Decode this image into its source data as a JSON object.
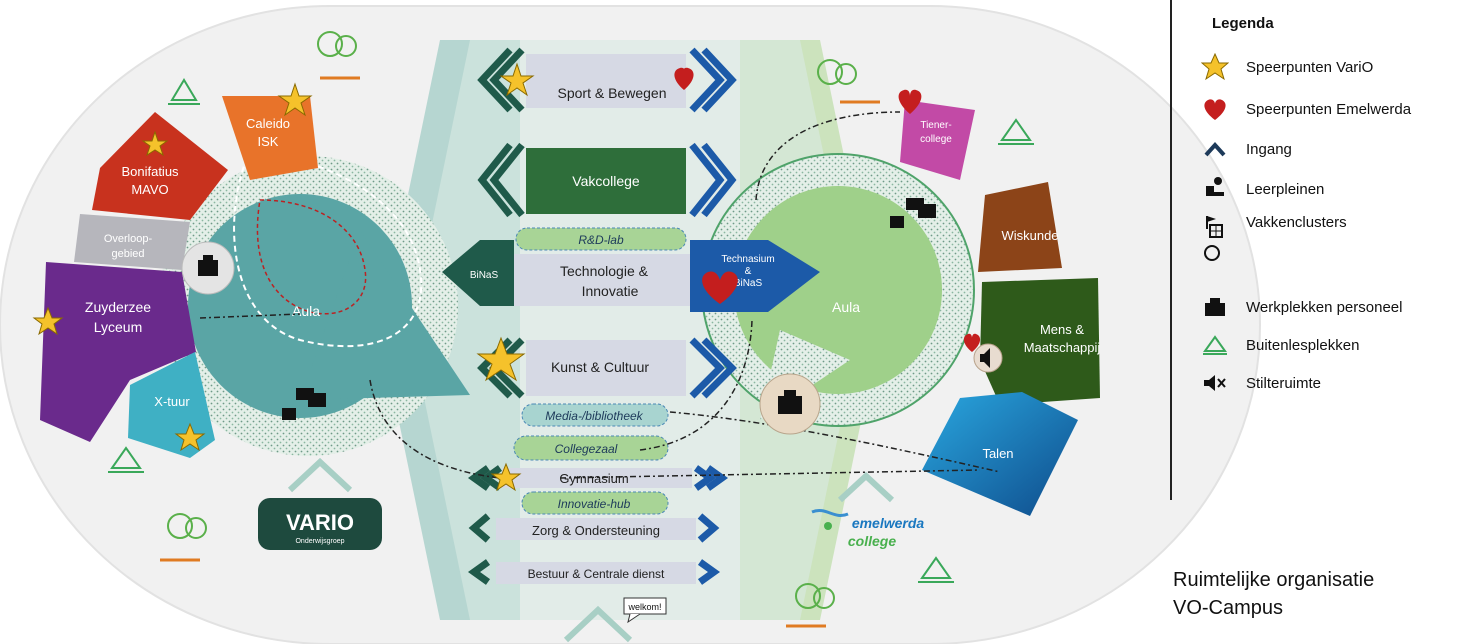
{
  "legend": {
    "title": "Legenda",
    "items": [
      {
        "icon": "star-icon",
        "label": "Speerpunten VariO"
      },
      {
        "icon": "heart-icon",
        "label": "Speerpunten Emelwerda"
      },
      {
        "icon": "entrance-chevron-icon",
        "label": "Ingang"
      },
      {
        "icon": "learning-space-icon",
        "label": "Leerpleinen"
      },
      {
        "icon": "subject-cluster-icon",
        "label": "Vakkenclusters"
      },
      {
        "icon": "staff-workplace-icon",
        "label": "Werkplekken personeel"
      },
      {
        "icon": "outdoor-classroom-icon",
        "label": "Buitenlesplekken"
      },
      {
        "icon": "quiet-room-icon",
        "label": "Stilteruimte"
      }
    ]
  },
  "caption": {
    "line1": "Ruimtelijke organisatie",
    "line2": "VO-Campus"
  },
  "center": {
    "sport": "Sport & Bewegen",
    "vakcollege": "Vakcollege",
    "rd_lab": "R&D-lab",
    "tech_line1": "Technologie &",
    "tech_line2": "Innovatie",
    "binas": "BiNaS",
    "technasium_line1": "Technasium",
    "technasium_line2": "&",
    "technasium_line3": "BiNaS",
    "kunst": "Kunst & Cultuur",
    "media": "Media-/bibliotheek",
    "collegezaal": "Collegezaal",
    "gymnasium": "Gymnasium",
    "innovatie_hub": "Innovatie-hub",
    "zorg": "Zorg & Ondersteuning",
    "bestuur": "Bestuur & Centrale dienst"
  },
  "left": {
    "aula": "Aula",
    "caleido_1": "Caleido",
    "caleido_2": "ISK",
    "bonifatius_1": "Bonifatius",
    "bonifatius_2": "MAVO",
    "overloop_1": "Overloop-",
    "overloop_2": "gebied",
    "zuyderzee_1": "Zuyderzee",
    "zuyderzee_2": "Lyceum",
    "xtuur": "X-tuur"
  },
  "right": {
    "aula": "Aula",
    "tiener_1": "Tiener-",
    "tiener_2": "college",
    "wiskunde": "Wiskunde",
    "mens_1": "Mens &",
    "mens_2": "Maatschappij",
    "talen": "Talen"
  },
  "logos": {
    "vario_main": "VARIO",
    "vario_sub": "Onderwijsgroep",
    "emelwerda_1": "emelwerda",
    "emelwerda_2": "college"
  },
  "welkom": "welkom!",
  "colors": {
    "bonifatius": "#c8321e",
    "caleido": "#e8732a",
    "zuyderzee": "#6a2a8c",
    "xtuur": "#3fb0c4",
    "tiener": "#c24aa6",
    "wiskunde": "#8c4418",
    "mens": "#2e5a1a",
    "talen": "#1a78c0",
    "vakcollege": "#2e6e3a",
    "tech_blue": "#1c5aa8",
    "teal": "#5aa5a5",
    "green": "#8ec97a"
  }
}
